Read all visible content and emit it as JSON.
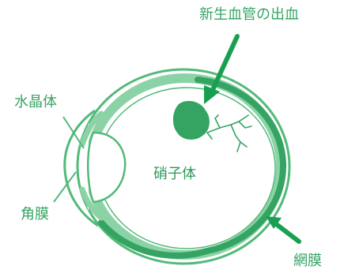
{
  "labels": {
    "hemorrhage": "新生血管の出血",
    "lens": "水晶体",
    "vitreous": "硝子体",
    "cornea": "角膜",
    "retina": "網膜"
  },
  "colors": {
    "outline": "#52b979",
    "band_light": "#8bd3a6",
    "band_dark": "#35a463",
    "text": "#35a463",
    "arrow": "#18a050"
  }
}
